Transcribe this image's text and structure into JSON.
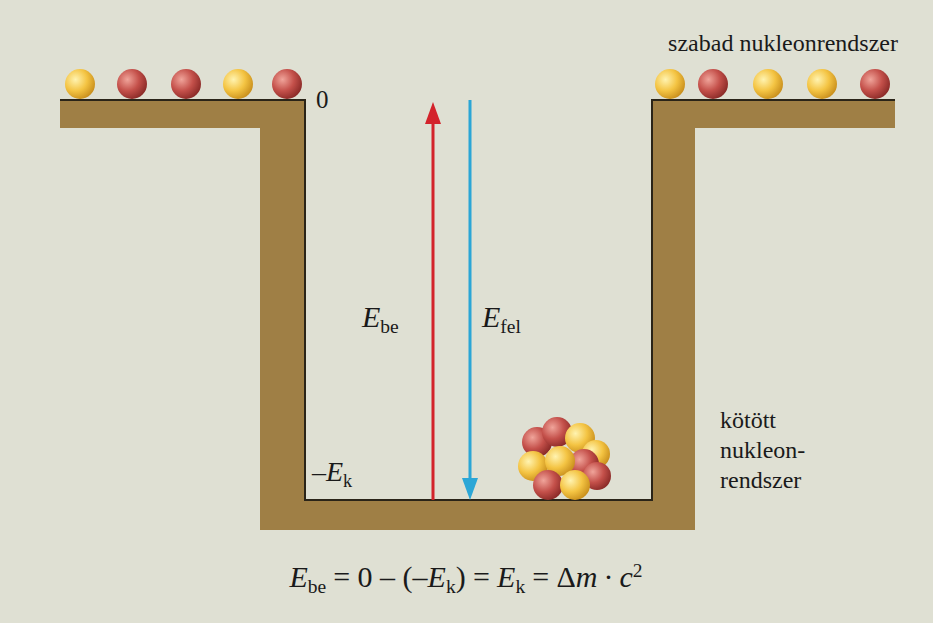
{
  "diagram": {
    "labels": [
      "szabad nukleonrendszer",
      "0",
      "E",
      "be",
      "E",
      "fel",
      "–",
      "E",
      "k",
      "kötött nukleon- rendszer",
      "E",
      "be",
      "= 0 – (–",
      "E",
      "k",
      ") =",
      "E",
      "k",
      "= Δ",
      "m",
      "·",
      "c",
      "2"
    ]
  }
}
